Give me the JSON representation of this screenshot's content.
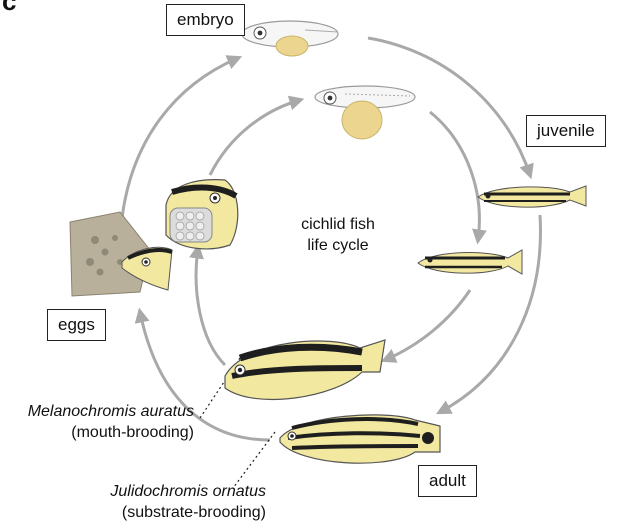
{
  "panel_letter": "c",
  "center": {
    "line1": "cichlid fish",
    "line2": "life cycle"
  },
  "stages": {
    "embryo": "embryo",
    "juvenile": "juvenile",
    "adult": "adult",
    "eggs": "eggs"
  },
  "species": [
    {
      "name": "Melanochromis auratus",
      "mode": "(mouth-brooding)"
    },
    {
      "name": "Julidochromis ornatus",
      "mode": "(substrate-brooding)"
    }
  ],
  "colors": {
    "arrow": "#a9a9a9",
    "fish_yellow": "#f2e8a0",
    "fish_stripe": "#1e1e1e",
    "yolk": "#ecd58e",
    "rock": "#b8b09a"
  }
}
